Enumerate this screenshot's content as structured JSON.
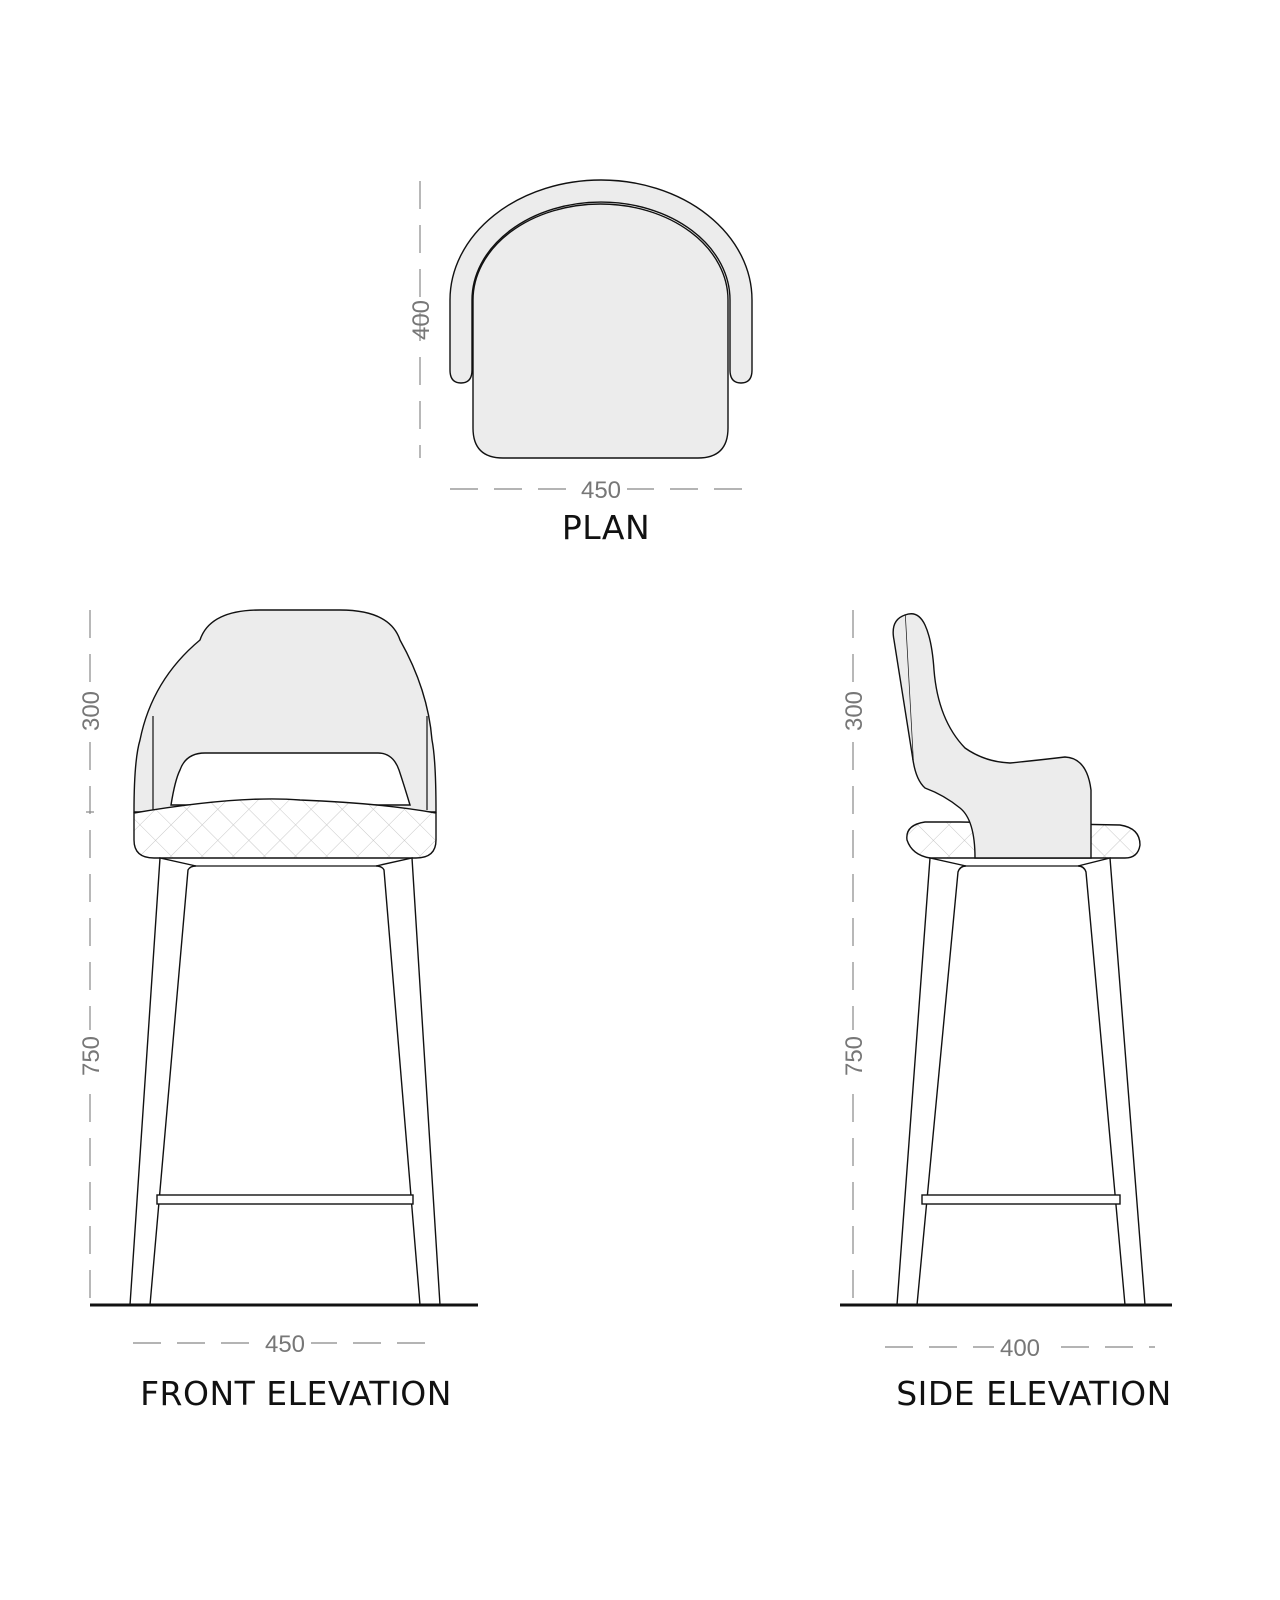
{
  "plan": {
    "title": "PLAN",
    "depth": "400",
    "width": "450"
  },
  "front_elevation": {
    "title": "FRONT ELEVATION",
    "back_height": "300",
    "seat_height": "750",
    "width": "450"
  },
  "side_elevation": {
    "title": "SIDE ELEVATION",
    "back_height": "300",
    "seat_height": "750",
    "depth": "400"
  },
  "colors": {
    "fill": "#ececec",
    "line": "#111111",
    "dimension": "#888888"
  }
}
